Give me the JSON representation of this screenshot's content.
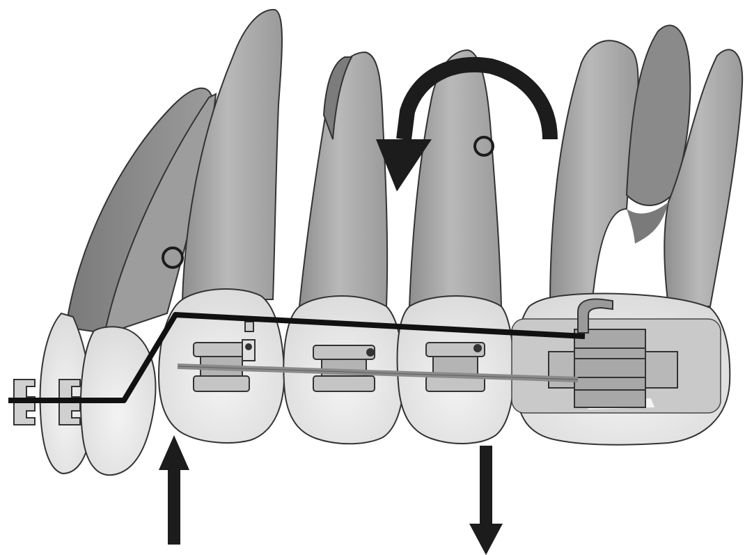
{
  "diagram": {
    "colors": {
      "background": "#ffffff",
      "outline": "#333333",
      "root": "#a9a9a9",
      "root_dark": "#8c8c8c",
      "root_highlight": "#c4c4c4",
      "crown": "#e9e9e9",
      "crown_shade": "#d6d6d6",
      "arch_wire": "#111111",
      "sectional_wire": "#8a8a8a",
      "bracket": "#c8c8c8",
      "tube": "#b5b5b5",
      "arrow": "#1c1c1c"
    },
    "arrows": [
      {
        "name": "intrusion-force-arrow",
        "direction": "up"
      },
      {
        "name": "extrusion-force-arrow",
        "direction": "down"
      },
      {
        "name": "rotation-moment-arrow",
        "direction": "counterclockwise"
      }
    ],
    "centers_of_resistance": [
      "canine",
      "premolar"
    ]
  }
}
